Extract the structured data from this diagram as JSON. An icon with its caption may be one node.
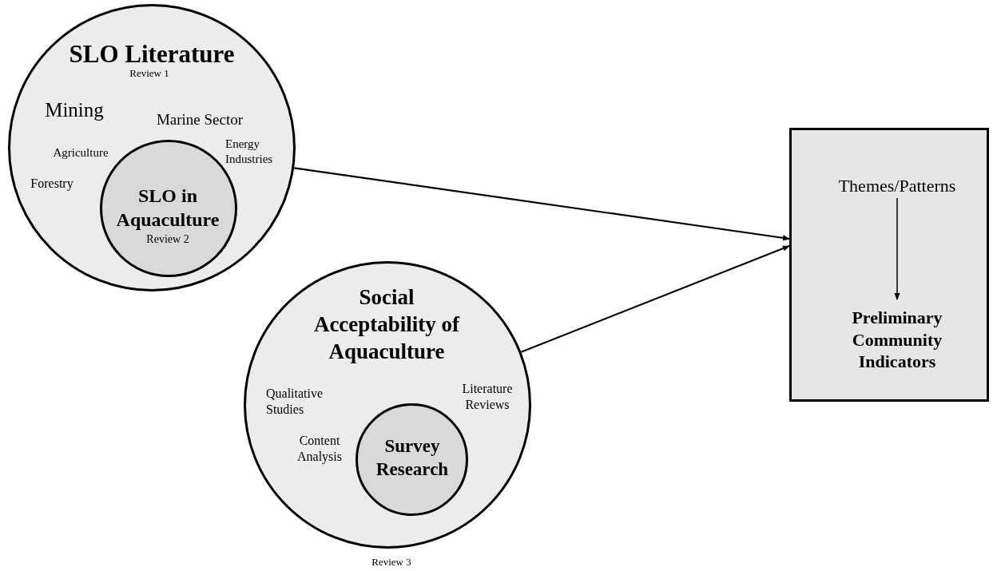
{
  "diagram": {
    "nodes": [
      {
        "text": [
          "SLO Literature",
          "Review 1",
          "Mining",
          "Marine Sector",
          "Agriculture",
          "Energy Industries",
          "Forestry"
        ]
      },
      {
        "text": [
          "SLO in Aquaculture",
          "Review 2"
        ],
        "in": 0
      },
      {
        "text": [
          "Social Acceptability of Aquaculture",
          "Qualitative Studies",
          "Literature Reviews",
          "Content Analysis"
        ],
        "beside": [
          "Review 3"
        ]
      },
      {
        "text": [
          "Survey Research"
        ],
        "in": 2
      },
      {
        "text": [],
        "shape": "box"
      },
      {
        "text": [
          "Themes/Patterns"
        ],
        "in": 4
      },
      {
        "text": [
          "Preliminary Community Indicators"
        ],
        "in": 4
      }
    ],
    "edges": [
      {
        "from": 0,
        "to": 4,
        "arrow": "to"
      },
      {
        "from": 2,
        "to": 4,
        "arrow": "to"
      },
      {
        "from": 5,
        "to": 6,
        "arrow": "to"
      }
    ]
  }
}
